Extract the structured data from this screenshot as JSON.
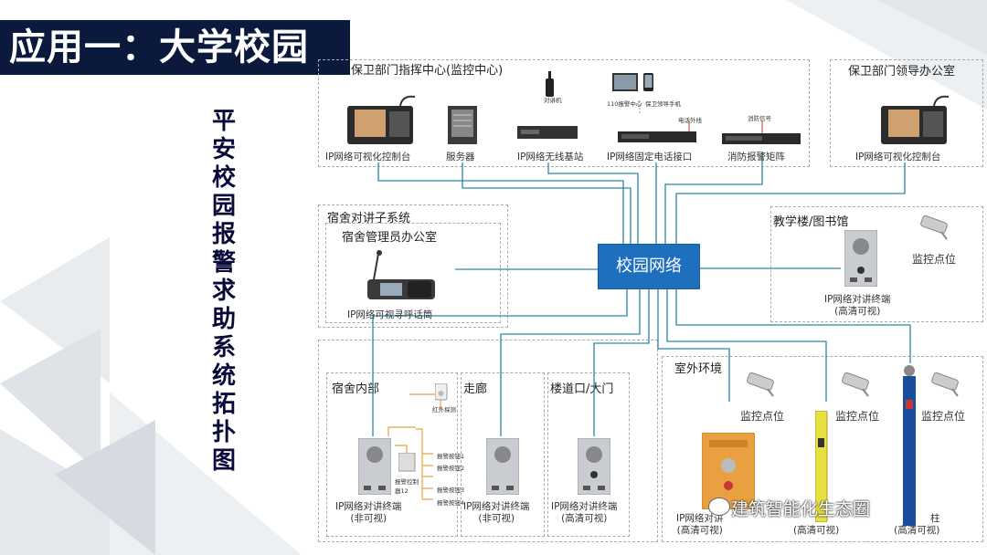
{
  "title": "应用一：大学校园",
  "vertical_title": "平安校园报警求助系统拓扑图",
  "hub": {
    "label": "校园网络"
  },
  "command_center": {
    "label": "保卫部门指挥中心(监控中心)",
    "devices": [
      {
        "name": "IP网络可视化控制台"
      },
      {
        "name": "服务器"
      },
      {
        "name": "IP网络无线基站",
        "tag": "对讲机"
      },
      {
        "name": "IP网络固定电话接口",
        "tags": [
          "110报警中心",
          "保卫领导手机",
          "电话外线"
        ]
      },
      {
        "name": "消防报警矩阵",
        "tag": "消防信号"
      }
    ]
  },
  "leader_office": {
    "label": "保卫部门领导办公室",
    "device": "IP网络可视化控制台"
  },
  "dorm_intercom": {
    "label": "宿舍对讲子系统",
    "sublabel": "宿舍管理员办公室",
    "device": "IP网络可视寻呼话筒"
  },
  "teaching": {
    "label": "教学楼/图书馆",
    "terminal": [
      "IP网络对讲终端",
      "(高清可视)"
    ],
    "camera": "监控点位"
  },
  "dorm_inside": {
    "label": "宿舍内部",
    "sensor": "红外探测",
    "controller": [
      "报警控制",
      "器12"
    ],
    "alarm_buttons": [
      "报警按钮1",
      "报警按钮2",
      "报警按钮3",
      "报警按钮4"
    ],
    "terminal": [
      "IP网络对讲终端",
      "(非可视)"
    ]
  },
  "corridor": {
    "label": "走廊",
    "terminal": [
      "IP网络对讲终端",
      "(非可视)"
    ]
  },
  "entrance": {
    "label": "楼道口/大门",
    "terminal": [
      "IP网络对讲终端",
      "(高清可视)"
    ]
  },
  "outdoor": {
    "label": "室外环境",
    "camera_label": "监控点位",
    "terminals": [
      [
        "IP网络对讲",
        "(高清可视)"
      ],
      [
        "(高清可视)"
      ],
      [
        "柱",
        "(高清可视)"
      ]
    ]
  },
  "watermark": {
    "text": "建筑智能化生态圈"
  },
  "colors": {
    "title_bg": "#0b1a3c",
    "hub": "#1f6fbf",
    "line": "#2e86a8",
    "orange": "#e8a040"
  }
}
